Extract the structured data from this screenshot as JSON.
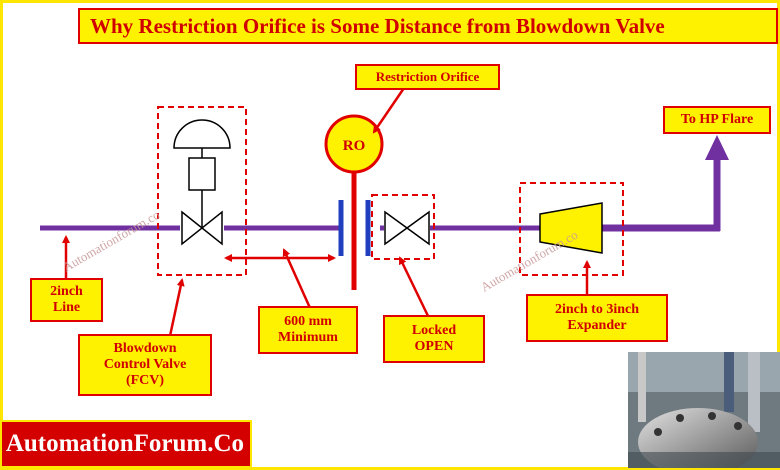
{
  "title": "Why Restriction Orifice is Some Distance from Blowdown Valve",
  "labels": {
    "restriction_orifice": "Restriction Orifice",
    "ro": "RO",
    "to_hp_flare": "To HP Flare",
    "line": "2inch\nLine",
    "blowdown_valve": "Blowdown\nControl Valve\n(FCV)",
    "distance": "600 mm\nMinimum",
    "locked_open": "Locked\nOPEN",
    "expander": "2inch to 3inch\nExpander"
  },
  "watermark": "Automationforum.co",
  "brand": "AutomationForum.Co",
  "colors": {
    "label_fill": "#fff200",
    "label_border": "#e00000",
    "label_text": "#d00000",
    "pipe": "#7030a0",
    "orifice_blue": "#1f3fbf",
    "orifice_red": "#e00000",
    "brand_bg": "#d40000"
  }
}
